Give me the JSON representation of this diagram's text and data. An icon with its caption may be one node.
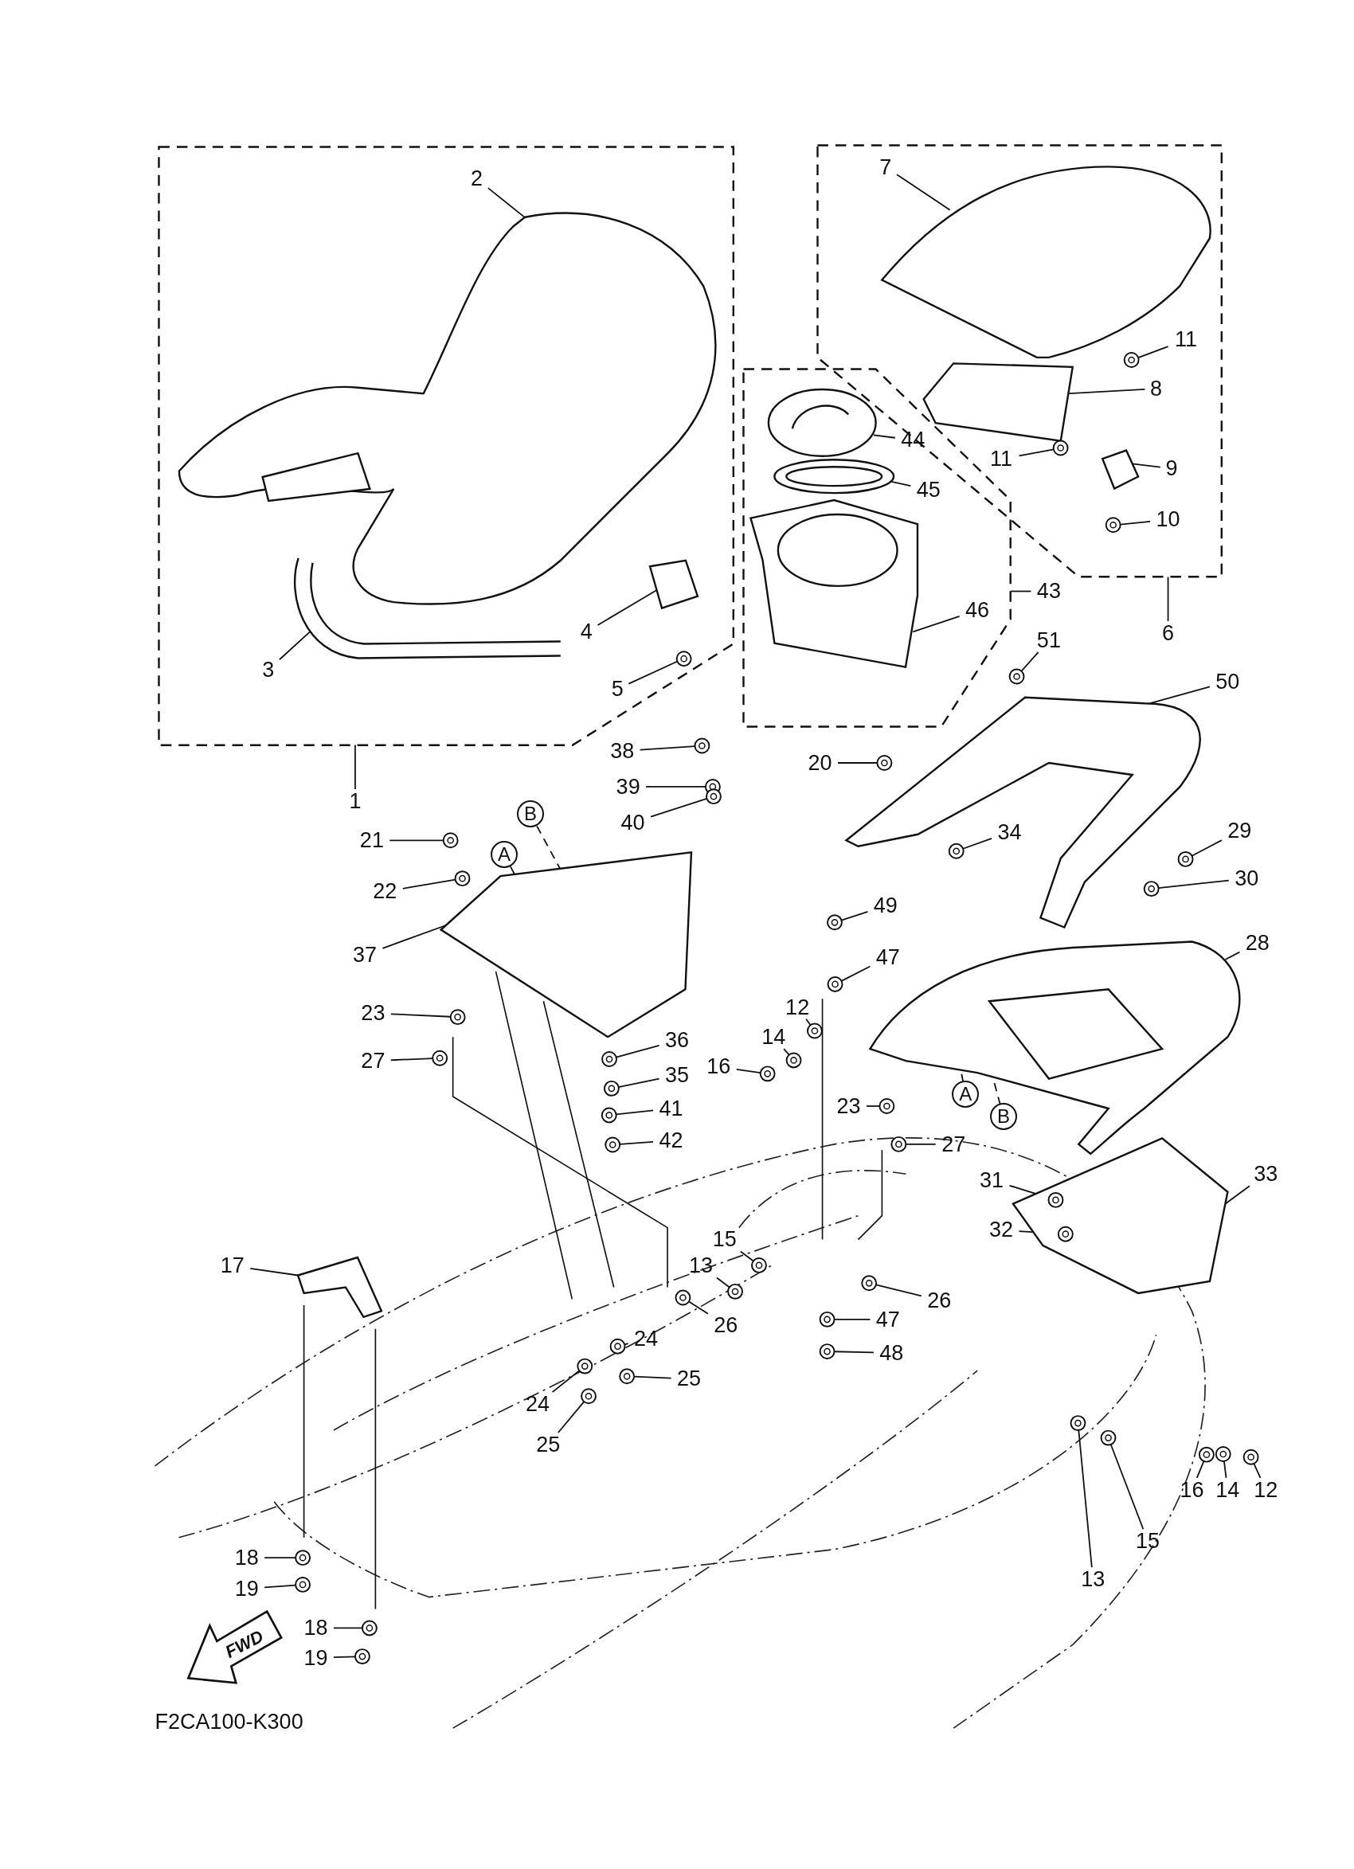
{
  "diagram": {
    "nodes": [
      {
        "text": [],
        "shape": "box"
      },
      {
        "text": [
          "1"
        ]
      },
      {
        "text": [
          "2"
        ],
        "in": 0
      },
      {
        "text": [
          "3"
        ],
        "in": 0
      },
      {
        "text": [
          "4"
        ],
        "in": 0
      },
      {
        "text": [
          "5"
        ],
        "in": 0
      },
      {
        "text": [],
        "shape": "box"
      },
      {
        "text": [
          "6"
        ]
      },
      {
        "text": [
          "7"
        ],
        "in": 6
      },
      {
        "text": [
          "8"
        ],
        "in": 6
      },
      {
        "text": [
          "9"
        ],
        "in": 6
      },
      {
        "text": [
          "10"
        ],
        "in": 6
      },
      {
        "text": [
          "11"
        ],
        "in": 6
      },
      {
        "text": [
          "11"
        ],
        "in": 6
      },
      {
        "text": [],
        "shape": "box"
      },
      {
        "text": [
          "43"
        ]
      },
      {
        "text": [
          "44"
        ],
        "in": 14
      },
      {
        "text": [
          "45"
        ],
        "in": 14
      },
      {
        "text": [
          "46"
        ],
        "in": 14
      },
      {
        "text": [
          "38"
        ]
      },
      {
        "text": [
          "39"
        ]
      },
      {
        "text": [
          "40"
        ]
      },
      {
        "text": [
          "51"
        ]
      },
      {
        "text": [
          "50"
        ]
      },
      {
        "text": [
          "20"
        ]
      },
      {
        "text": [
          "21"
        ]
      },
      {
        "text": [
          "B"
        ]
      },
      {
        "text": [
          "A"
        ]
      },
      {
        "text": [
          "22"
        ]
      },
      {
        "text": [
          "34"
        ]
      },
      {
        "text": [
          "29"
        ]
      },
      {
        "text": [
          "30"
        ]
      },
      {
        "text": [
          "49"
        ]
      },
      {
        "text": [
          "37"
        ]
      },
      {
        "text": [
          "47"
        ]
      },
      {
        "text": [
          "28"
        ]
      },
      {
        "text": [
          "12"
        ]
      },
      {
        "text": [
          "23"
        ]
      },
      {
        "text": [
          "14"
        ]
      },
      {
        "text": [
          "36"
        ]
      },
      {
        "text": [
          "27"
        ]
      },
      {
        "text": [
          "16"
        ]
      },
      {
        "text": [
          "35"
        ]
      },
      {
        "text": [
          "A"
        ]
      },
      {
        "text": [
          "41"
        ]
      },
      {
        "text": [
          "23"
        ]
      },
      {
        "text": [
          "B"
        ]
      },
      {
        "text": [
          "33"
        ]
      },
      {
        "text": [
          "42"
        ]
      },
      {
        "text": [
          "27"
        ]
      },
      {
        "text": [
          "31"
        ]
      },
      {
        "text": [
          "32"
        ]
      },
      {
        "text": [
          "15"
        ]
      },
      {
        "text": [
          "13"
        ]
      },
      {
        "text": [
          "17"
        ]
      },
      {
        "text": [
          "26"
        ]
      },
      {
        "text": [
          "47"
        ]
      },
      {
        "text": [
          "26"
        ]
      },
      {
        "text": [
          "24"
        ]
      },
      {
        "text": [
          "48"
        ]
      },
      {
        "text": [
          "25"
        ]
      },
      {
        "text": [
          "24"
        ]
      },
      {
        "text": [
          "25"
        ]
      },
      {
        "text": [
          "12"
        ]
      },
      {
        "text": [
          "14"
        ]
      },
      {
        "text": [
          "16"
        ]
      },
      {
        "text": [
          "15"
        ]
      },
      {
        "text": [
          "18"
        ]
      },
      {
        "text": [
          "13"
        ]
      },
      {
        "text": [
          "19"
        ]
      },
      {
        "text": [
          "18"
        ]
      },
      {
        "text": [
          "19"
        ]
      },
      {
        "text": [],
        "shape": "picture",
        "in": 0
      },
      {
        "text": [],
        "shape": "picture",
        "in": 0
      },
      {
        "text": [],
        "shape": "picture",
        "in": 0
      },
      {
        "text": [],
        "shape": "circle",
        "in": 0
      },
      {
        "text": [],
        "shape": "picture",
        "in": 6
      },
      {
        "text": [],
        "shape": "picture",
        "in": 6
      },
      {
        "text": [],
        "shape": "picture",
        "in": 6
      },
      {
        "text": [],
        "shape": "circle",
        "in": 6
      },
      {
        "text": [],
        "shape": "circle",
        "in": 6
      },
      {
        "text": [],
        "shape": "circle",
        "in": 6
      },
      {
        "text": [],
        "shape": "picture",
        "in": 14
      },
      {
        "text": [],
        "shape": "picture",
        "in": 14
      },
      {
        "text": [],
        "shape": "picture",
        "in": 14
      },
      {
        "text": [],
        "shape": "circle"
      },
      {
        "text": [],
        "shape": "circle"
      },
      {
        "text": [],
        "shape": "circle"
      },
      {
        "text": [],
        "shape": "circle"
      },
      {
        "text": [],
        "shape": "picture"
      },
      {
        "text": [],
        "shape": "circle"
      },
      {
        "text": [],
        "shape": "circle"
      },
      {
        "text": [],
        "shape": "circle"
      },
      {
        "text": [],
        "shape": "circle"
      },
      {
        "text": [],
        "shape": "circle"
      },
      {
        "text": [],
        "shape": "circle"
      },
      {
        "text": [],
        "shape": "circle"
      },
      {
        "text": [],
        "shape": "picture"
      },
      {
        "text": [],
        "shape": "circle"
      },
      {
        "text": [],
        "shape": "picture"
      },
      {
        "text": [],
        "shape": "circle"
      },
      {
        "text": [],
        "shape": "circle"
      },
      {
        "text": [],
        "shape": "circle"
      },
      {
        "text": [],
        "shape": "circle"
      },
      {
        "text": [],
        "shape": "circle"
      },
      {
        "text": [],
        "shape": "circle"
      },
      {
        "text": [],
        "shape": "circle"
      },
      {
        "text": [],
        "shape": "circle"
      },
      {
        "text": [],
        "shape": "circle"
      },
      {
        "text": [],
        "shape": "picture"
      },
      {
        "text": [],
        "shape": "circle"
      },
      {
        "text": [],
        "shape": "circle"
      },
      {
        "text": [],
        "shape": "circle",
        "in": 109
      },
      {
        "text": [],
        "shape": "circle",
        "in": 109
      },
      {
        "text": [],
        "shape": "circle"
      },
      {
        "text": [],
        "shape": "circle"
      },
      {
        "text": [],
        "shape": "picture"
      },
      {
        "text": [],
        "shape": "circle"
      },
      {
        "text": [],
        "shape": "circle"
      },
      {
        "text": [],
        "shape": "circle"
      },
      {
        "text": [],
        "shape": "circle"
      },
      {
        "text": [],
        "shape": "circle"
      },
      {
        "text": [],
        "shape": "circle"
      },
      {
        "text": [],
        "shape": "circle"
      },
      {
        "text": [],
        "shape": "circle"
      },
      {
        "text": [],
        "shape": "circle"
      },
      {
        "text": [],
        "shape": "circle"
      },
      {
        "text": [],
        "shape": "circle"
      },
      {
        "text": [],
        "shape": "circle"
      },
      {
        "text": [],
        "shape": "circle"
      },
      {
        "text": [],
        "shape": "circle"
      },
      {
        "text": [],
        "shape": "circle"
      },
      {
        "text": [],
        "shape": "circle"
      },
      {
        "text": [],
        "shape": "circle"
      }
    ],
    "edges": [
      {
        "from": 1,
        "to": 0,
        "arrow": "none"
      },
      {
        "from": 2,
        "to": 72,
        "arrow": "none"
      },
      {
        "from": 3,
        "to": 73,
        "arrow": "none"
      },
      {
        "from": 4,
        "to": 74,
        "arrow": "none"
      },
      {
        "from": 5,
        "to": 75,
        "arrow": "none"
      },
      {
        "from": 7,
        "to": 6,
        "arrow": "none"
      },
      {
        "from": 8,
        "to": 76,
        "arrow": "none"
      },
      {
        "from": 9,
        "to": 77,
        "arrow": "none"
      },
      {
        "from": 10,
        "to": 78,
        "arrow": "none"
      },
      {
        "from": 11,
        "to": 79,
        "arrow": "none"
      },
      {
        "from": 12,
        "to": 80,
        "arrow": "none"
      },
      {
        "from": 13,
        "to": 81,
        "arrow": "none"
      },
      {
        "from": 15,
        "to": 14,
        "arrow": "none"
      },
      {
        "from": 16,
        "to": 82,
        "arrow": "none"
      },
      {
        "from": 17,
        "to": 83,
        "arrow": "none"
      },
      {
        "from": 18,
        "to": 84,
        "arrow": "none"
      },
      {
        "from": 19,
        "to": 85,
        "arrow": "none"
      },
      {
        "from": 20,
        "to": 86,
        "arrow": "none"
      },
      {
        "from": 21,
        "to": 87,
        "arrow": "none"
      },
      {
        "from": 22,
        "to": 88,
        "arrow": "none"
      },
      {
        "from": 23,
        "to": 89,
        "arrow": "none"
      },
      {
        "from": 24,
        "to": 90,
        "arrow": "none"
      },
      {
        "from": 25,
        "to": 91,
        "arrow": "none"
      },
      {
        "from": 26,
        "to": 97,
        "arrow": "none",
        "style": "dashed"
      },
      {
        "from": 27,
        "to": 97,
        "arrow": "none",
        "style": "dashed"
      },
      {
        "from": 28,
        "to": 92,
        "arrow": "none"
      },
      {
        "from": 29,
        "to": 93,
        "arrow": "none"
      },
      {
        "from": 30,
        "to": 94,
        "arrow": "none"
      },
      {
        "from": 31,
        "to": 95,
        "arrow": "none"
      },
      {
        "from": 32,
        "to": 96,
        "arrow": "none"
      },
      {
        "from": 33,
        "to": 97,
        "arrow": "none"
      },
      {
        "from": 34,
        "to": 98,
        "arrow": "none"
      },
      {
        "from": 35,
        "to": 99,
        "arrow": "none"
      },
      {
        "from": 36,
        "to": 100,
        "arrow": "none"
      },
      {
        "from": 37,
        "to": 101,
        "arrow": "none"
      },
      {
        "from": 38,
        "to": 102,
        "arrow": "none"
      },
      {
        "from": 39,
        "to": 103,
        "arrow": "none"
      },
      {
        "from": 40,
        "to": 104,
        "arrow": "none"
      },
      {
        "from": 41,
        "to": 105,
        "arrow": "none"
      },
      {
        "from": 42,
        "to": 106,
        "arrow": "none"
      },
      {
        "from": 43,
        "to": 99,
        "arrow": "none",
        "style": "dashed"
      },
      {
        "from": 44,
        "to": 107,
        "arrow": "none"
      },
      {
        "from": 45,
        "to": 108,
        "arrow": "none"
      },
      {
        "from": 46,
        "to": 99,
        "arrow": "none",
        "style": "dashed"
      },
      {
        "from": 47,
        "to": 109,
        "arrow": "none"
      },
      {
        "from": 48,
        "to": 110,
        "arrow": "none"
      },
      {
        "from": 49,
        "to": 111,
        "arrow": "none"
      },
      {
        "from": 50,
        "to": 112,
        "arrow": "none"
      },
      {
        "from": 51,
        "to": 113,
        "arrow": "none"
      },
      {
        "from": 52,
        "to": 114,
        "arrow": "none"
      },
      {
        "from": 53,
        "to": 115,
        "arrow": "none"
      },
      {
        "from": 54,
        "to": 116,
        "arrow": "none"
      },
      {
        "from": 55,
        "to": 117,
        "arrow": "none"
      },
      {
        "from": 56,
        "to": 118,
        "arrow": "none"
      },
      {
        "from": 57,
        "to": 119,
        "arrow": "none"
      },
      {
        "from": 58,
        "to": 120,
        "arrow": "none"
      },
      {
        "from": 59,
        "to": 121,
        "arrow": "none"
      },
      {
        "from": 60,
        "to": 122,
        "arrow": "none"
      },
      {
        "from": 61,
        "to": 123,
        "arrow": "none"
      },
      {
        "from": 62,
        "to": 124,
        "arrow": "none"
      },
      {
        "from": 63,
        "to": 125,
        "arrow": "none"
      },
      {
        "from": 64,
        "to": 126,
        "arrow": "none"
      },
      {
        "from": 65,
        "to": 127,
        "arrow": "none"
      },
      {
        "from": 66,
        "to": 128,
        "arrow": "none"
      },
      {
        "from": 67,
        "to": 129,
        "arrow": "none"
      },
      {
        "from": 68,
        "to": 130,
        "arrow": "none"
      },
      {
        "from": 69,
        "to": 131,
        "arrow": "none"
      },
      {
        "from": 70,
        "to": 132,
        "arrow": "none"
      },
      {
        "from": 71,
        "to": 133,
        "arrow": "none"
      }
    ],
    "labels": [
      "FWD",
      "F2CA100-K300"
    ]
  }
}
